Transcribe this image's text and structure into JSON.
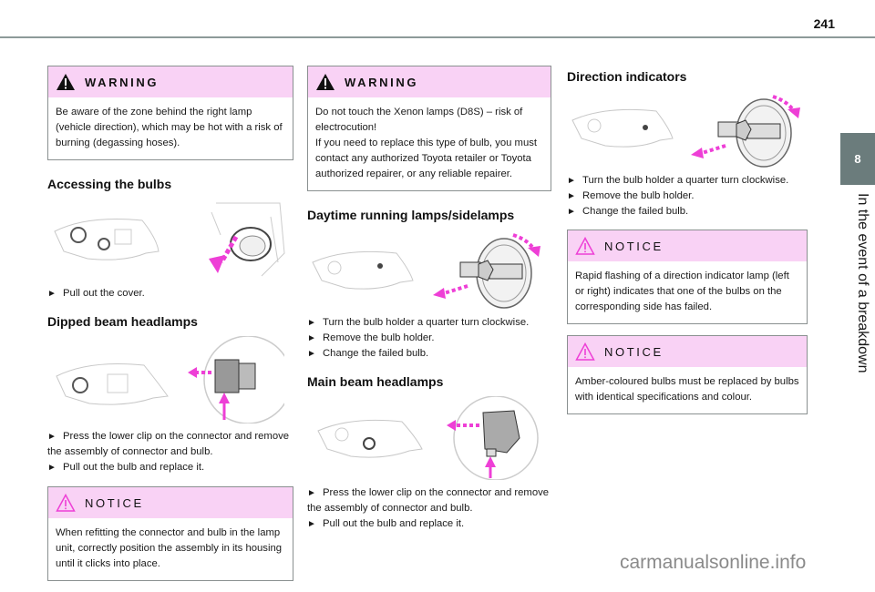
{
  "page": {
    "number": "241",
    "chapter_number": "8",
    "chapter_title": "In the event of a breakdown",
    "watermark": "carmanualsonline.info",
    "colors": {
      "tab": "#6b7c7c",
      "callout_header": "#f9d2f5",
      "accent_arrow": "#ee3fd6",
      "rule": "#8d9a99"
    }
  },
  "col1": {
    "warning": {
      "label": "WARNING",
      "icon": "warning-triangle-filled-icon",
      "text": "Be aware of the zone behind the right lamp (vehicle direction), which may be hot with a risk of burning (degassing hoses)."
    },
    "accessing": {
      "heading": "Accessing the bulbs",
      "steps": [
        "Pull out the cover."
      ]
    },
    "dipped": {
      "heading": "Dipped beam headlamps",
      "steps": [
        "Press the lower clip on the connector and remove the assembly of connector and bulb.",
        "Pull out the bulb and replace it."
      ]
    },
    "notice": {
      "label": "NOTICE",
      "icon": "warning-triangle-outline-icon",
      "text": "When refitting the connector and bulb in the lamp unit, correctly position the assembly in its housing until it clicks into place."
    }
  },
  "col2": {
    "warning": {
      "label": "WARNING",
      "icon": "warning-triangle-filled-icon",
      "text_lines": [
        "Do not touch the Xenon lamps (D8S) – risk of electrocution!",
        "If you need to replace this type of bulb, you must contact any authorized Toyota retailer or Toyota authorized repairer, or any reliable repairer."
      ]
    },
    "daytime": {
      "heading": "Daytime running lamps/sidelamps",
      "steps": [
        "Turn the bulb holder a quarter turn clockwise.",
        "Remove the bulb holder.",
        "Change the failed bulb."
      ]
    },
    "mainbeam": {
      "heading": "Main beam headlamps",
      "steps": [
        "Press the lower clip on the connector and remove the assembly of connector and bulb.",
        "Pull out the bulb and replace it."
      ]
    }
  },
  "col3": {
    "direction": {
      "heading": "Direction indicators",
      "steps": [
        "Turn the bulb holder a quarter turn clockwise.",
        "Remove the bulb holder.",
        "Change the failed bulb."
      ]
    },
    "notice1": {
      "label": "NOTICE",
      "icon": "warning-triangle-outline-icon",
      "text": "Rapid flashing of a direction indicator lamp (left or right) indicates that one of the bulbs on the corresponding side has failed."
    },
    "notice2": {
      "label": "NOTICE",
      "icon": "warning-triangle-outline-icon",
      "text": "Amber-coloured bulbs must be replaced by bulbs with identical specifications and colour."
    }
  },
  "bullet_glyph": "►"
}
